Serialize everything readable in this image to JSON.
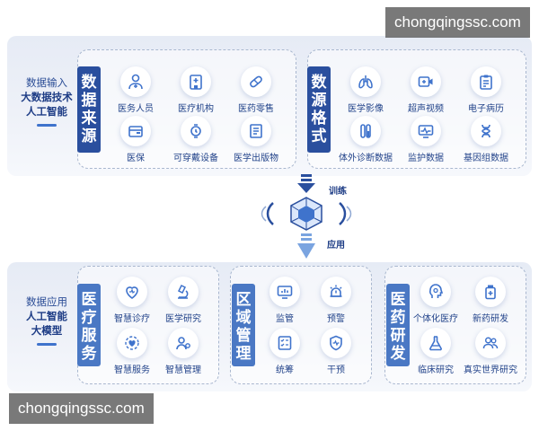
{
  "watermark_top": "chongqingssc.com",
  "watermark_bottom": "chongqingssc.com",
  "input_side": {
    "line1": "数据输入",
    "line2": "大数据技术",
    "line3": "人工智能"
  },
  "data_source": {
    "tag": [
      "数",
      "据",
      "来",
      "源"
    ],
    "items": [
      {
        "label": "医务人员",
        "icon": "doctor-icon"
      },
      {
        "label": "医疗机构",
        "icon": "hospital-icon"
      },
      {
        "label": "医药零售",
        "icon": "pill-icon"
      },
      {
        "label": "医保",
        "icon": "insurance-card-icon"
      },
      {
        "label": "可穿戴设备",
        "icon": "watch-icon"
      },
      {
        "label": "医学出版物",
        "icon": "book-icon"
      }
    ]
  },
  "data_format": {
    "tag": [
      "数",
      "源",
      "格",
      "式"
    ],
    "items": [
      {
        "label": "医学影像",
        "icon": "lungs-icon"
      },
      {
        "label": "超声视频",
        "icon": "video-icon"
      },
      {
        "label": "电子病历",
        "icon": "clipboard-icon"
      },
      {
        "label": "体外诊断数据",
        "icon": "test-tube-icon"
      },
      {
        "label": "监护数据",
        "icon": "monitor-icon"
      },
      {
        "label": "基因组数据",
        "icon": "dna-icon"
      }
    ]
  },
  "flow": {
    "train": "训练",
    "apply": "应用"
  },
  "output_side": {
    "line1": "数据应用",
    "line2": "人工智能",
    "line3": "大模型"
  },
  "medical_service": {
    "tag": [
      "医",
      "疗",
      "服",
      "务"
    ],
    "items": [
      {
        "label": "智慧诊疗",
        "icon": "heart-care-icon"
      },
      {
        "label": "医学研究",
        "icon": "microscope-icon"
      },
      {
        "label": "智慧服务",
        "icon": "service-heart-icon"
      },
      {
        "label": "智慧管理",
        "icon": "people-manage-icon"
      }
    ]
  },
  "regional_management": {
    "tag": [
      "区",
      "域",
      "管",
      "理"
    ],
    "items": [
      {
        "label": "监管",
        "icon": "screen-icon"
      },
      {
        "label": "预警",
        "icon": "alarm-icon"
      },
      {
        "label": "统筹",
        "icon": "checklist-icon"
      },
      {
        "label": "干预",
        "icon": "shield-heart-icon"
      }
    ]
  },
  "pharma_research": {
    "tag": [
      "医",
      "药",
      "研",
      "发"
    ],
    "items": [
      {
        "label": "个体化医疗",
        "icon": "head-icon"
      },
      {
        "label": "新药研发",
        "icon": "medicine-bottle-icon"
      },
      {
        "label": "临床研究",
        "icon": "flask-icon"
      },
      {
        "label": "真实世界研究",
        "icon": "users-icon"
      }
    ]
  },
  "colors": {
    "primary": "#2a4f9e",
    "light": "#4a78c4",
    "accent": "#3f73cc"
  }
}
